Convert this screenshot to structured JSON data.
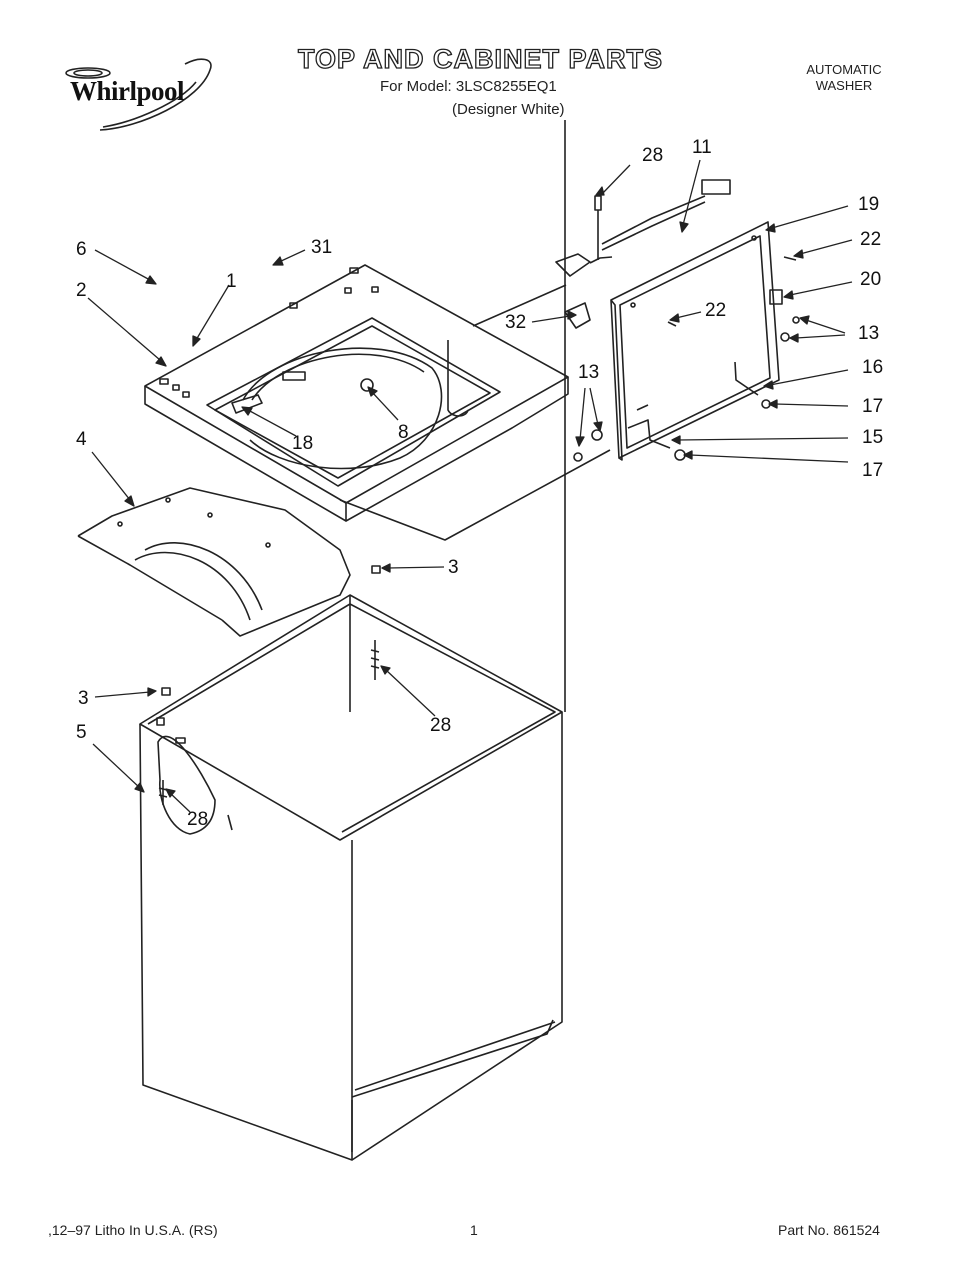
{
  "header": {
    "brand": "Whirlpool",
    "title": "TOP AND CABINET PARTS",
    "model_line": "For Model: 3LSC8255EQ1",
    "variant": "(Designer White)",
    "appliance_type_line1": "AUTOMATIC",
    "appliance_type_line2": "WASHER"
  },
  "callouts": {
    "c28a": "28",
    "c11": "11",
    "c19": "19",
    "c22a": "22",
    "c20": "20",
    "c6": "6",
    "c31": "31",
    "c1": "1",
    "c2": "2",
    "c32": "32",
    "c22b": "22",
    "c13a": "13",
    "c13b": "13",
    "c16": "16",
    "c17a": "17",
    "c15": "15",
    "c17b": "17",
    "c18": "18",
    "c8": "8",
    "c4": "4",
    "c3a": "3",
    "c3b": "3",
    "c28b": "28",
    "c5": "5",
    "c28c": "28"
  },
  "footer": {
    "print_info": ",12–97 Litho In U.S.A. (RS)",
    "page_number": "1",
    "part_number": "Part No. 861524"
  }
}
